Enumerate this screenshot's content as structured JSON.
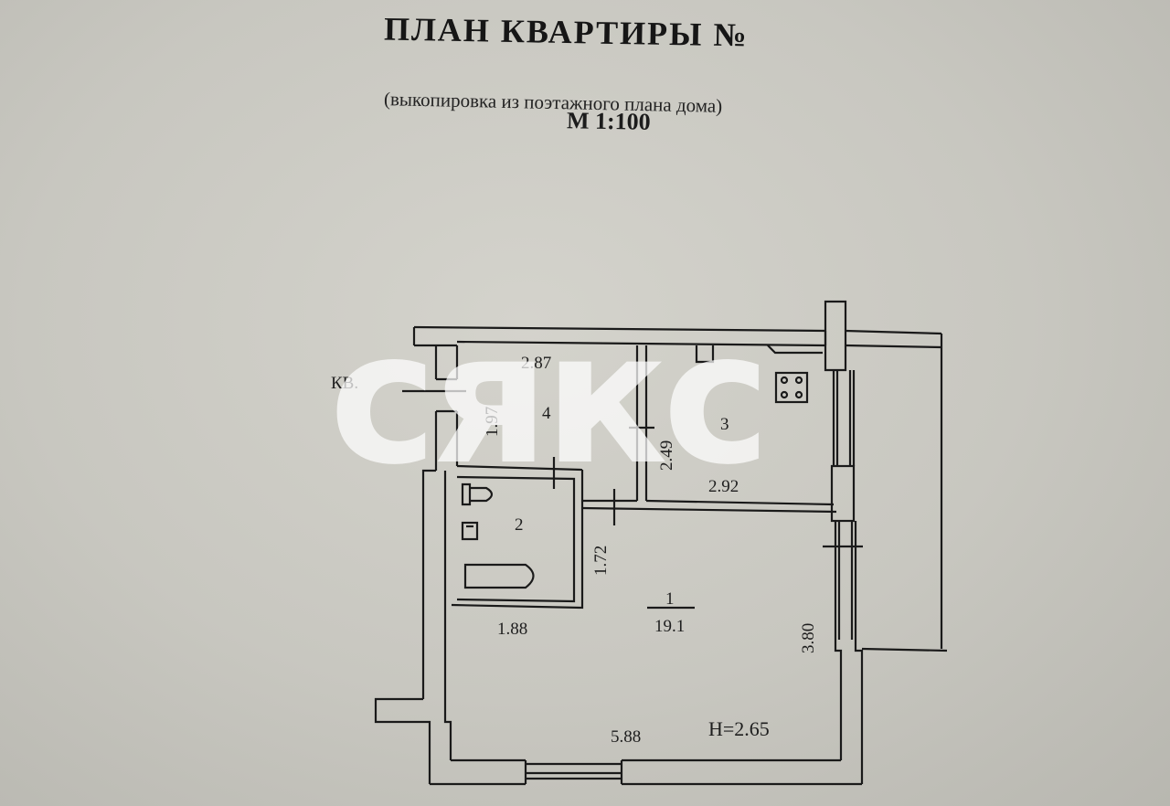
{
  "header": {
    "title": "ПЛАН КВАРТИРЫ №",
    "subtitle": "(выкопировка из поэтажного плана дома)",
    "scale": "М 1:100"
  },
  "plan": {
    "entrance_label": "КВ.",
    "ceiling_height": "Н=2.65",
    "rooms": [
      {
        "number": "1",
        "area": "19.1"
      },
      {
        "number": "2"
      },
      {
        "number": "3"
      },
      {
        "number": "4"
      }
    ],
    "dimensions": {
      "hall_width": "2.87",
      "hall_depth": "1.97",
      "kitchen_depth": "2.49",
      "kitchen_width": "2.92",
      "bath_depth": "1.72",
      "bath_width": "1.88",
      "room_depth": "3.80",
      "room_width": "5.88"
    }
  },
  "watermark": {
    "text": "сякс",
    "color": "#ffffff"
  },
  "colors": {
    "paper": "#c9c8c1",
    "ink": "#1a1a1a"
  }
}
